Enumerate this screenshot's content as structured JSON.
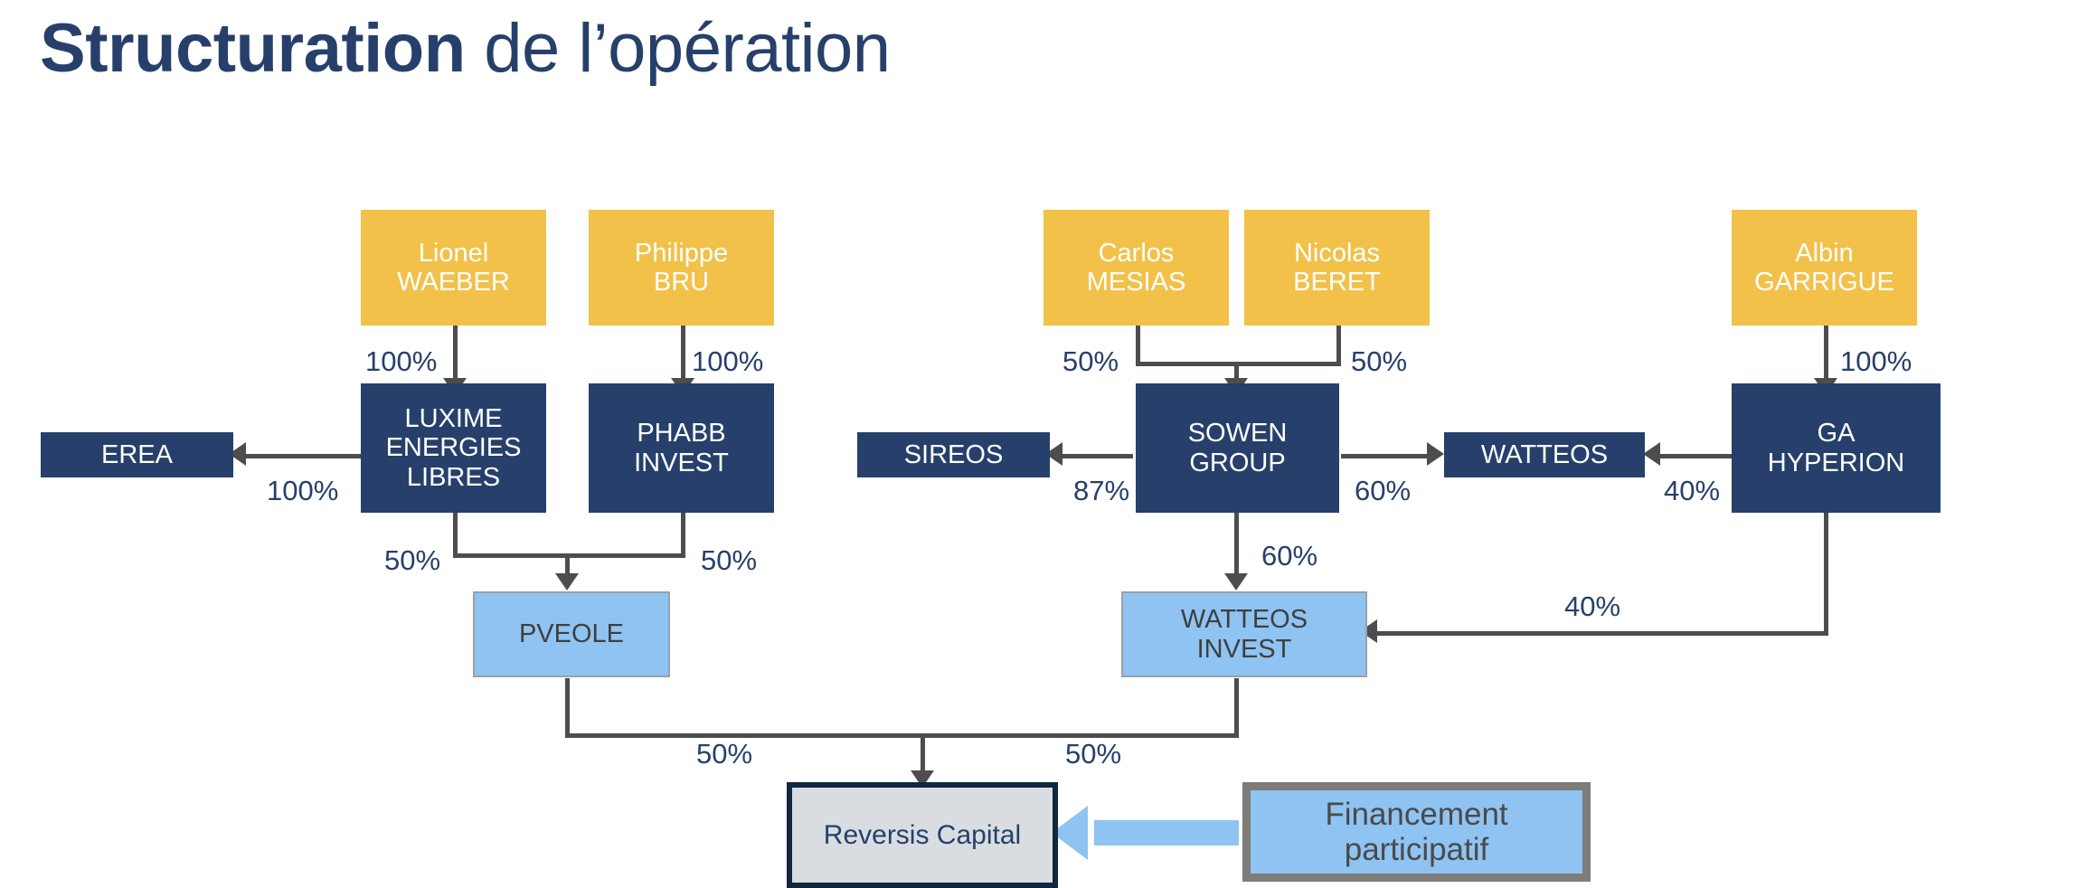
{
  "title": {
    "bold": "Structuration",
    "rest": " de l’opération"
  },
  "colors": {
    "navy": "#26406B",
    "gold": "#F2C14A",
    "light_blue": "#8FC3F2",
    "grey_fill": "#D9DDE1",
    "line_grey": "#4D4D4D",
    "border_grey": "#7E7C78",
    "background": "#FFFFFF"
  },
  "nodes": {
    "lionel_waeber": {
      "line1": "Lionel",
      "line2": "WAEBER",
      "type": "person"
    },
    "philippe_bru": {
      "line1": "Philippe",
      "line2": "BRU",
      "type": "person"
    },
    "carlos_mesias": {
      "line1": "Carlos",
      "line2": "MESIAS",
      "type": "person"
    },
    "nicolas_beret": {
      "line1": "Nicolas",
      "line2": "BERET",
      "type": "person"
    },
    "albin_garrigue": {
      "line1": "Albin",
      "line2": "GARRIGUE",
      "type": "person"
    },
    "erea": {
      "line1": "EREA",
      "line2": "",
      "type": "navy"
    },
    "luxime": {
      "line1": "LUXIME",
      "line2": "ENERGIES",
      "line3": "LIBRES",
      "type": "navy"
    },
    "phabb_invest": {
      "line1": "PHABB",
      "line2": "INVEST",
      "type": "navy"
    },
    "sireos": {
      "line1": "SIREOS",
      "line2": "",
      "type": "navy"
    },
    "sowen_group": {
      "line1": "SOWEN",
      "line2": "GROUP",
      "type": "navy"
    },
    "watteos": {
      "line1": "WATTEOS",
      "line2": "",
      "type": "navy"
    },
    "ga_hyperion": {
      "line1": "GA",
      "line2": "HYPERION",
      "type": "navy"
    },
    "pveole": {
      "line1": "PVEOLE",
      "line2": "",
      "type": "light-blue"
    },
    "watteos_invest": {
      "line1": "WATTEOS",
      "line2": "INVEST",
      "type": "light-blue"
    },
    "reversis_capital": {
      "line1": "Reversis Capital",
      "line2": "",
      "type": "target"
    },
    "financement": {
      "line1": "Financement",
      "line2": "participatif",
      "type": "funding"
    }
  },
  "edges": {
    "waeber_to_luxime": {
      "label": "100%",
      "from": "lionel_waeber",
      "to": "luxime"
    },
    "bru_to_phabb": {
      "label": "100%",
      "from": "philippe_bru",
      "to": "phabb_invest"
    },
    "mesias_to_sowen": {
      "label": "50%",
      "from": "carlos_mesias",
      "to": "sowen_group"
    },
    "beret_to_sowen": {
      "label": "50%",
      "from": "nicolas_beret",
      "to": "sowen_group"
    },
    "garrigue_to_hyperion": {
      "label": "100%",
      "from": "albin_garrigue",
      "to": "ga_hyperion"
    },
    "luxime_to_erea": {
      "label": "100%",
      "from": "luxime",
      "to": "erea"
    },
    "sowen_to_sireos": {
      "label": "87%",
      "from": "sowen_group",
      "to": "sireos"
    },
    "sowen_to_watteos": {
      "label": "60%",
      "from": "sowen_group",
      "to": "watteos"
    },
    "hyperion_to_watteos": {
      "label": "40%",
      "from": "ga_hyperion",
      "to": "watteos"
    },
    "luxime_to_pveole": {
      "label": "50%",
      "from": "luxime",
      "to": "pveole"
    },
    "phabb_to_pveole": {
      "label": "50%",
      "from": "phabb_invest",
      "to": "pveole"
    },
    "sowen_to_watteos_invest": {
      "label": "60%",
      "from": "sowen_group",
      "to": "watteos_invest"
    },
    "hyperion_to_watteos_invest": {
      "label": "40%",
      "from": "ga_hyperion",
      "to": "watteos_invest"
    },
    "pveole_to_reversis": {
      "label": "50%",
      "from": "pveole",
      "to": "reversis_capital"
    },
    "watteos_invest_to_reversis": {
      "label": "50%",
      "from": "watteos_invest",
      "to": "reversis_capital"
    }
  }
}
